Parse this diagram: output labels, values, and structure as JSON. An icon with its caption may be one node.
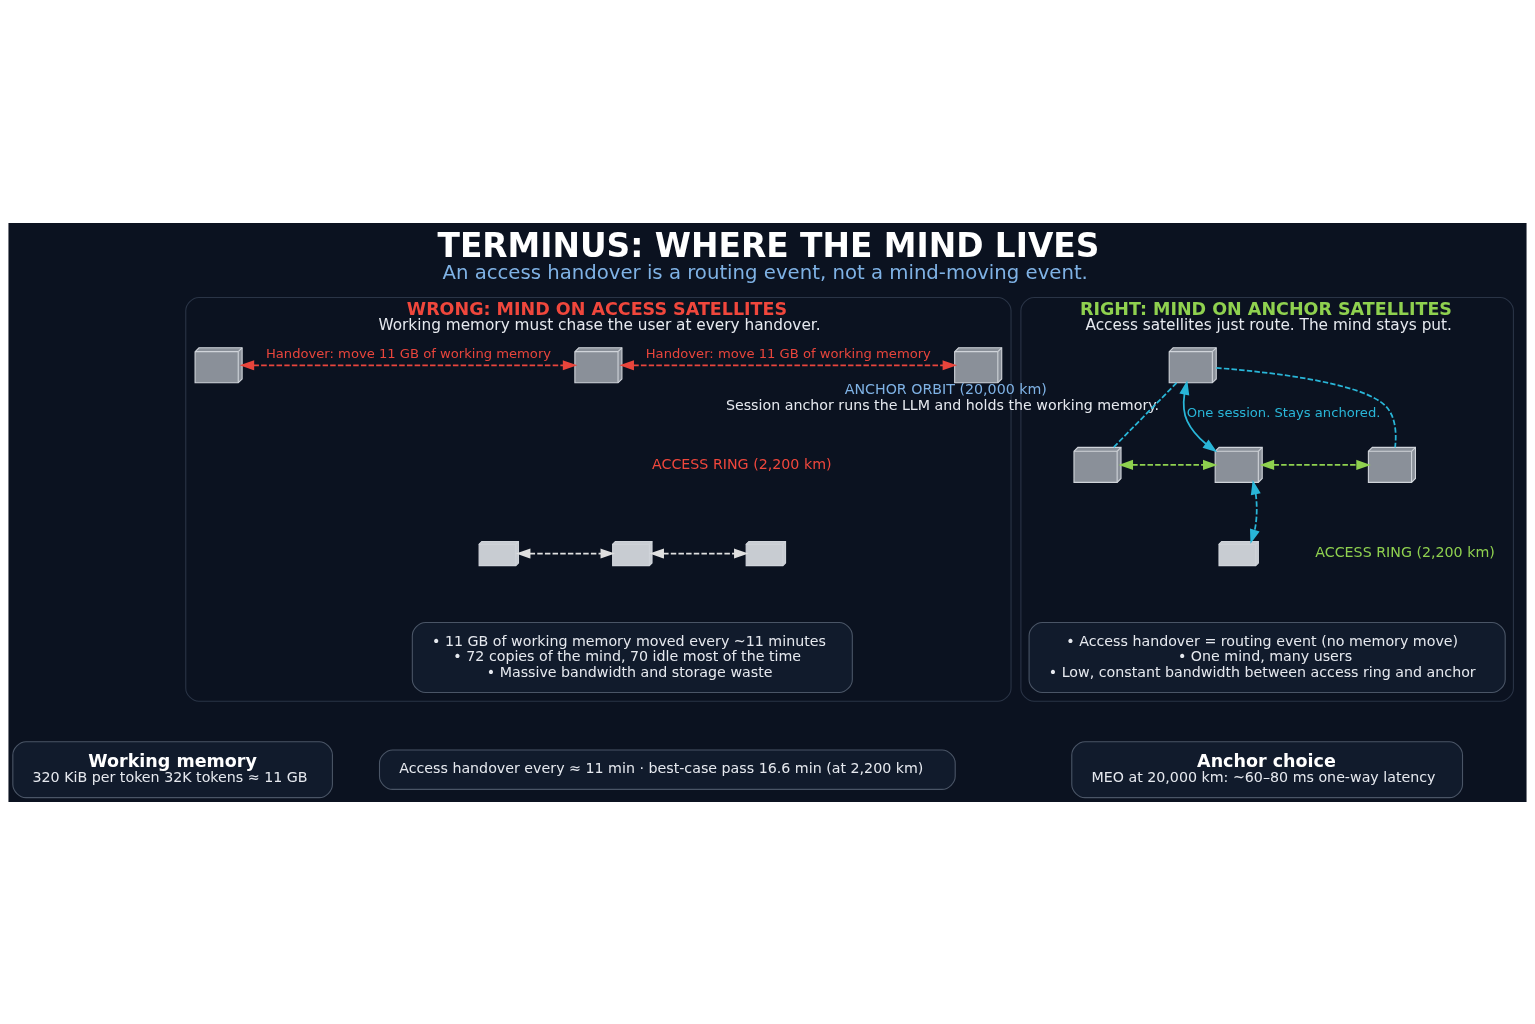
{
  "diagram": {
    "title": "TERMINUS: WHERE THE MIND LIVES",
    "caption": "An access handover is a routing event, not a mind-moving event.",
    "nodes": [
      {
        "text": [
          "WRONG: MIND ON ACCESS SATELLITES",
          "Working memory must chase the user at every handover."
        ]
      },
      {
        "text": [],
        "shape": "picture",
        "in": 0
      },
      {
        "text": [],
        "shape": "picture",
        "in": 0
      },
      {
        "text": [],
        "shape": "picture",
        "in": 0
      },
      {
        "text": [],
        "shape": "box",
        "in": 0
      },
      {
        "text": [],
        "shape": "box",
        "in": 0
      },
      {
        "text": [],
        "shape": "box",
        "in": 0
      },
      {
        "text": [
          "• 11 GB of working memory moved every ~11 minutes",
          "• 72 copies of the mind, 70 idle most of the time",
          "• Massive bandwidth and storage waste"
        ],
        "in": 0
      },
      {
        "text": [
          "RIGHT: MIND ON ANCHOR SATELLITES",
          "Access satellites just route. The mind stays put."
        ]
      },
      {
        "text": [],
        "shape": "picture",
        "in": 8,
        "beside": [
          "ANCHOR ORBIT (20,000 km)",
          "Session anchor runs the LLM and holds the working memory."
        ]
      },
      {
        "text": [],
        "shape": "picture",
        "in": 8
      },
      {
        "text": [],
        "shape": "picture",
        "in": 8
      },
      {
        "text": [],
        "shape": "picture",
        "in": 8
      },
      {
        "text": [],
        "shape": "box",
        "in": 8
      },
      {
        "text": [
          "• Access handover = routing event (no memory move)",
          "• One mind, many users",
          "• Low, constant bandwidth between access ring and anchor"
        ],
        "in": 8
      },
      {
        "text": [
          "Working memory",
          "320 KiB per token 32K tokens ≈ 11 GB"
        ]
      },
      {
        "text": [
          "Access handover every ≈ 11 min · best-case pass 16.6 min (at 2,200 km)"
        ]
      },
      {
        "text": [
          "Anchor choice",
          "MEO at 20,000 km: ~60–80 ms one-way latency"
        ]
      }
    ],
    "edges": [
      {
        "from": 1,
        "to": 2,
        "arrow": "both",
        "style": "dashed",
        "color": "#e8453c",
        "label": "Handover: move 11 GB of working memory"
      },
      {
        "from": 2,
        "to": 3,
        "arrow": "both",
        "style": "dashed",
        "color": "#e8453c",
        "label": "Handover: move 11 GB of working memory"
      },
      {
        "from": 4,
        "to": 5,
        "arrow": "both",
        "style": "dashed",
        "color": "#e0e0e0"
      },
      {
        "from": 5,
        "to": 6,
        "arrow": "both",
        "style": "dashed",
        "color": "#e0e0e0"
      },
      {
        "from": 9,
        "to": 10,
        "arrow": "none",
        "style": "dashed"
      },
      {
        "from": 9,
        "to": 11,
        "arrow": "both",
        "label": "One session. Stays anchored."
      },
      {
        "from": 9,
        "to": 12,
        "arrow": "none",
        "style": "dashed"
      },
      {
        "from": 10,
        "to": 11,
        "arrow": "both",
        "style": "dashed",
        "color": "#8fd14f"
      },
      {
        "from": 11,
        "to": 12,
        "arrow": "both",
        "style": "dashed",
        "color": "#8fd14f"
      },
      {
        "from": 11,
        "to": 13,
        "arrow": "both",
        "style": "dashed"
      }
    ],
    "labels": [
      "ACCESS RING (2,200 km)",
      "ACCESS RING (2,200 km)"
    ]
  }
}
